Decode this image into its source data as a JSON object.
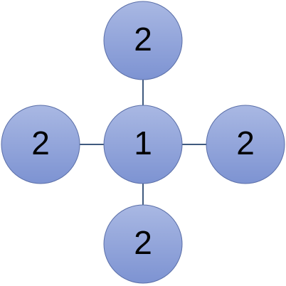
{
  "diagram": {
    "center": {
      "label": "1"
    },
    "neighbors": [
      {
        "position": "top",
        "label": "2"
      },
      {
        "position": "left",
        "label": "2"
      },
      {
        "position": "right",
        "label": "2"
      },
      {
        "position": "bottom",
        "label": "2"
      }
    ]
  },
  "colors": {
    "node_fill_top": "#a9b8e3",
    "node_fill_bottom": "#7d93d2",
    "node_stroke": "#5b6fa8",
    "edge": "#3f5a7e"
  }
}
